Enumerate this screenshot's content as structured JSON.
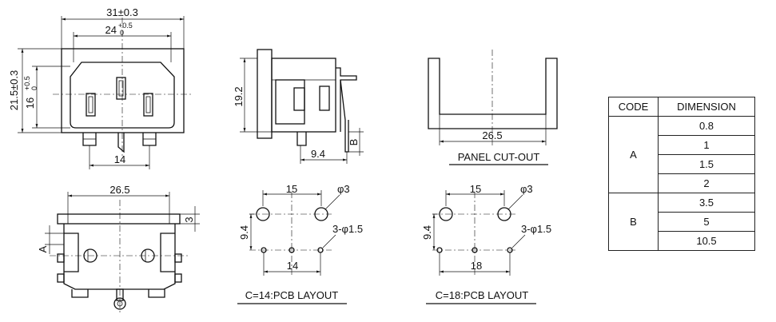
{
  "top_view": {
    "overall_width": "31±0.3",
    "inner_width": "24",
    "inner_width_tol_upper": "+0.5",
    "inner_width_tol_lower": "0",
    "overall_height": "21.5±0.3",
    "inner_height": "16",
    "inner_height_tol_upper": "+0.5",
    "inner_height_tol_lower": "0",
    "pin_span": "14"
  },
  "side_view": {
    "height": "19.2",
    "pin_offset": "9.4",
    "pin_label": "B"
  },
  "panel_cutout": {
    "width": "26.5",
    "caption": "PANEL CUT-OUT"
  },
  "bottom_view": {
    "width": "26.5",
    "flange": "3",
    "label_a": "A"
  },
  "pcb14": {
    "hole_spacing": "15",
    "large_hole": "φ3",
    "row_spacing": "9.4",
    "small_holes": "3-φ1.5",
    "pin_spacing": "14",
    "caption": "C=14:PCB LAYOUT"
  },
  "pcb18": {
    "hole_spacing": "15",
    "large_hole": "φ3",
    "row_spacing": "9.4",
    "small_holes": "3-φ1.5",
    "pin_spacing": "18",
    "caption": "C=18:PCB LAYOUT"
  },
  "table": {
    "header_code": "CODE",
    "header_dimension": "DIMENSION",
    "groups": [
      {
        "code": "A",
        "values": [
          "0.8",
          "1",
          "1.5",
          "2"
        ]
      },
      {
        "code": "B",
        "values": [
          "3.5",
          "5",
          "10.5"
        ]
      }
    ]
  }
}
